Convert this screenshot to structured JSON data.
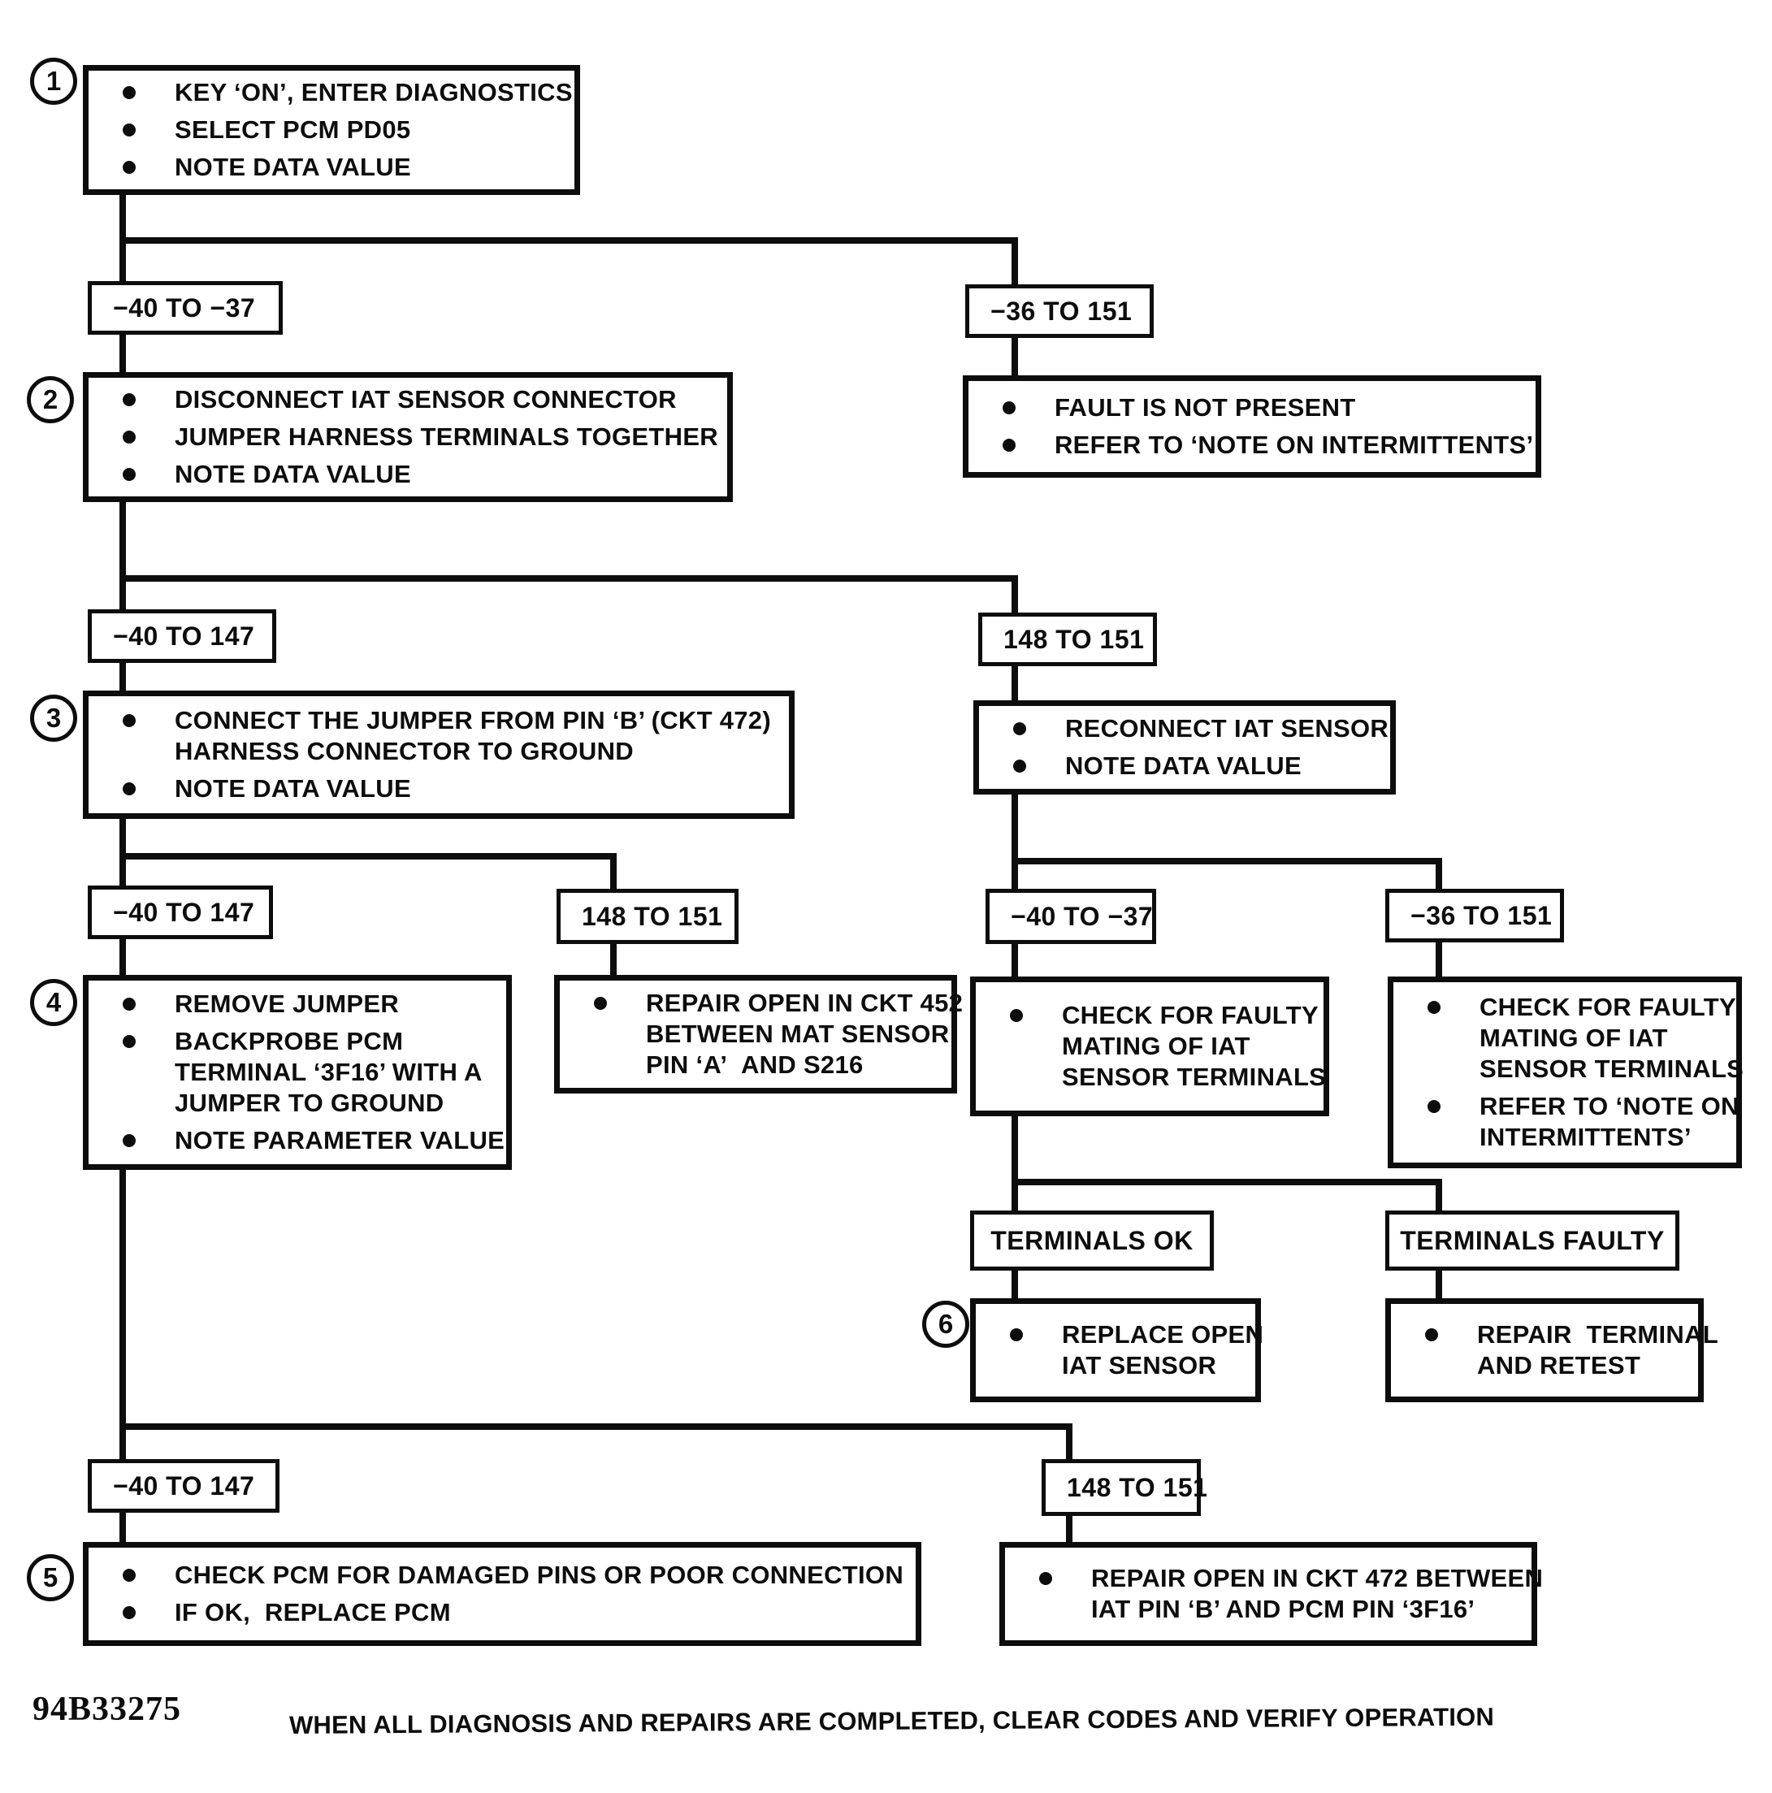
{
  "page": {
    "background": "#ffffff",
    "ink": "#0d0d0d"
  },
  "steps": {
    "n1": "1",
    "n2": "2",
    "n3": "3",
    "n4": "4",
    "n5": "5",
    "n6": "6"
  },
  "ranges": {
    "m40_m37": "−40 TO −37",
    "m36_151": "−36 TO 151",
    "m40_147": "−40 TO 147",
    "p148_151": "148 TO 151"
  },
  "terminals": {
    "ok": "TERMINALS OK",
    "faulty": "TERMINALS FAULTY"
  },
  "boxes": {
    "step1": {
      "bullets": [
        {
          "lines": [
            "KEY ‘ON’, ENTER DIAGNOSTICS"
          ]
        },
        {
          "lines": [
            "SELECT PCM PD05"
          ]
        },
        {
          "lines": [
            "NOTE DATA VALUE"
          ]
        }
      ]
    },
    "step2": {
      "bullets": [
        {
          "lines": [
            "DISCONNECT IAT SENSOR CONNECTOR"
          ]
        },
        {
          "lines": [
            "JUMPER HARNESS TERMINALS TOGETHER"
          ]
        },
        {
          "lines": [
            "NOTE DATA VALUE"
          ]
        }
      ]
    },
    "fault_not_present": {
      "bullets": [
        {
          "lines": [
            "FAULT IS NOT PRESENT"
          ]
        },
        {
          "lines": [
            "REFER TO ‘NOTE ON INTERMITTENTS’"
          ]
        }
      ]
    },
    "step3": {
      "bullets": [
        {
          "lines": [
            "CONNECT THE JUMPER FROM PIN ‘B’ (CKT 472)",
            "HARNESS CONNECTOR TO GROUND"
          ]
        },
        {
          "lines": [
            "NOTE DATA VALUE"
          ]
        }
      ]
    },
    "reconnect": {
      "bullets": [
        {
          "lines": [
            "RECONNECT IAT SENSOR"
          ]
        },
        {
          "lines": [
            "NOTE DATA VALUE"
          ]
        }
      ]
    },
    "step4": {
      "bullets": [
        {
          "lines": [
            "REMOVE JUMPER"
          ]
        },
        {
          "lines": [
            "BACKPROBE PCM",
            "TERMINAL ‘3F16’ WITH A",
            "JUMPER TO GROUND"
          ]
        },
        {
          "lines": [
            "NOTE PARAMETER VALUE"
          ]
        }
      ]
    },
    "ckt452": {
      "bullets": [
        {
          "lines": [
            "REPAIR OPEN IN CKT 452",
            "BETWEEN MAT SENSOR",
            "PIN ‘A’  AND S216"
          ]
        }
      ]
    },
    "check_iat": {
      "bullets": [
        {
          "lines": [
            "CHECK FOR FAULTY",
            "MATING OF IAT",
            "SENSOR TERMINALS"
          ]
        }
      ]
    },
    "check_iat_intermittents": {
      "bullets": [
        {
          "lines": [
            "CHECK FOR FAULTY",
            "MATING OF IAT",
            "SENSOR TERMINALS"
          ]
        },
        {
          "lines": [
            "REFER TO ‘NOTE ON",
            "INTERMITTENTS’"
          ]
        }
      ]
    },
    "replace_iat": {
      "bullets": [
        {
          "lines": [
            "REPLACE OPEN",
            "IAT SENSOR"
          ]
        }
      ]
    },
    "repair_terminal": {
      "bullets": [
        {
          "lines": [
            "REPAIR  TERMINAL",
            "AND RETEST"
          ]
        }
      ]
    },
    "step5": {
      "bullets": [
        {
          "lines": [
            "CHECK PCM FOR DAMAGED PINS OR POOR CONNECTION"
          ]
        },
        {
          "lines": [
            "IF OK,  REPLACE PCM"
          ]
        }
      ]
    },
    "ckt472": {
      "bullets": [
        {
          "lines": [
            "REPAIR OPEN IN CKT 472 BETWEEN",
            "IAT PIN ‘B’ AND PCM PIN ‘3F16’"
          ]
        }
      ]
    }
  },
  "footer": {
    "code": "94B33275",
    "note": "WHEN ALL DIAGNOSIS AND REPAIRS ARE COMPLETED, CLEAR CODES AND VERIFY OPERATION"
  }
}
